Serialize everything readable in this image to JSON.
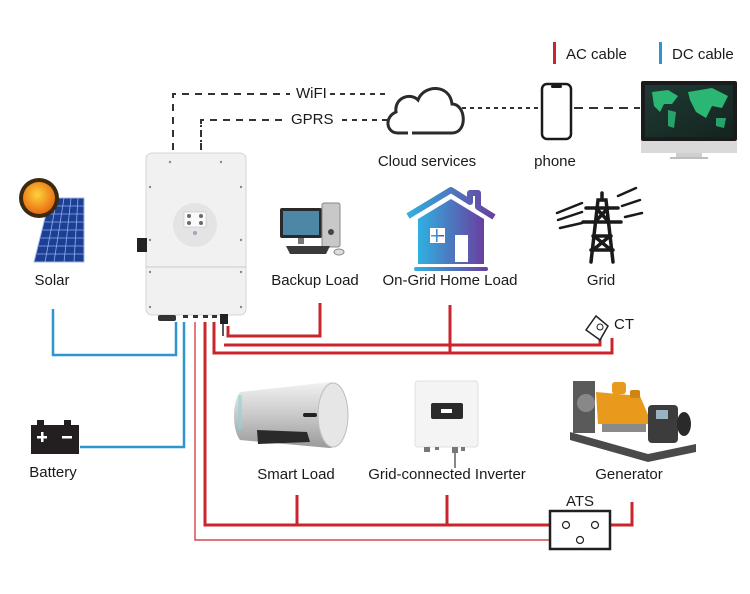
{
  "legend": {
    "ac": {
      "label": "AC cable",
      "color": "#c8262c"
    },
    "dc": {
      "label": "DC cable",
      "color": "#2f95cf"
    }
  },
  "comms": {
    "wifi": "WiFI",
    "gprs": "GPRS"
  },
  "nodes": {
    "cloud": "Cloud services",
    "phone": "phone",
    "monitor": "",
    "solar": "Solar",
    "backup_load": "Backup Load",
    "home_load": "On-Grid Home Load",
    "grid": "Grid",
    "ct": "CT",
    "battery": "Battery",
    "smart_load": "Smart Load",
    "grid_inverter": "Grid-connected Inverter",
    "generator": "Generator",
    "ats": "ATS"
  },
  "colors": {
    "ac": "#c8262c",
    "dc": "#2f95cf",
    "dark": "#231f20",
    "house_a": "#2fb0e0",
    "house_b": "#6a3fa0",
    "engine": "#e89a1c"
  }
}
